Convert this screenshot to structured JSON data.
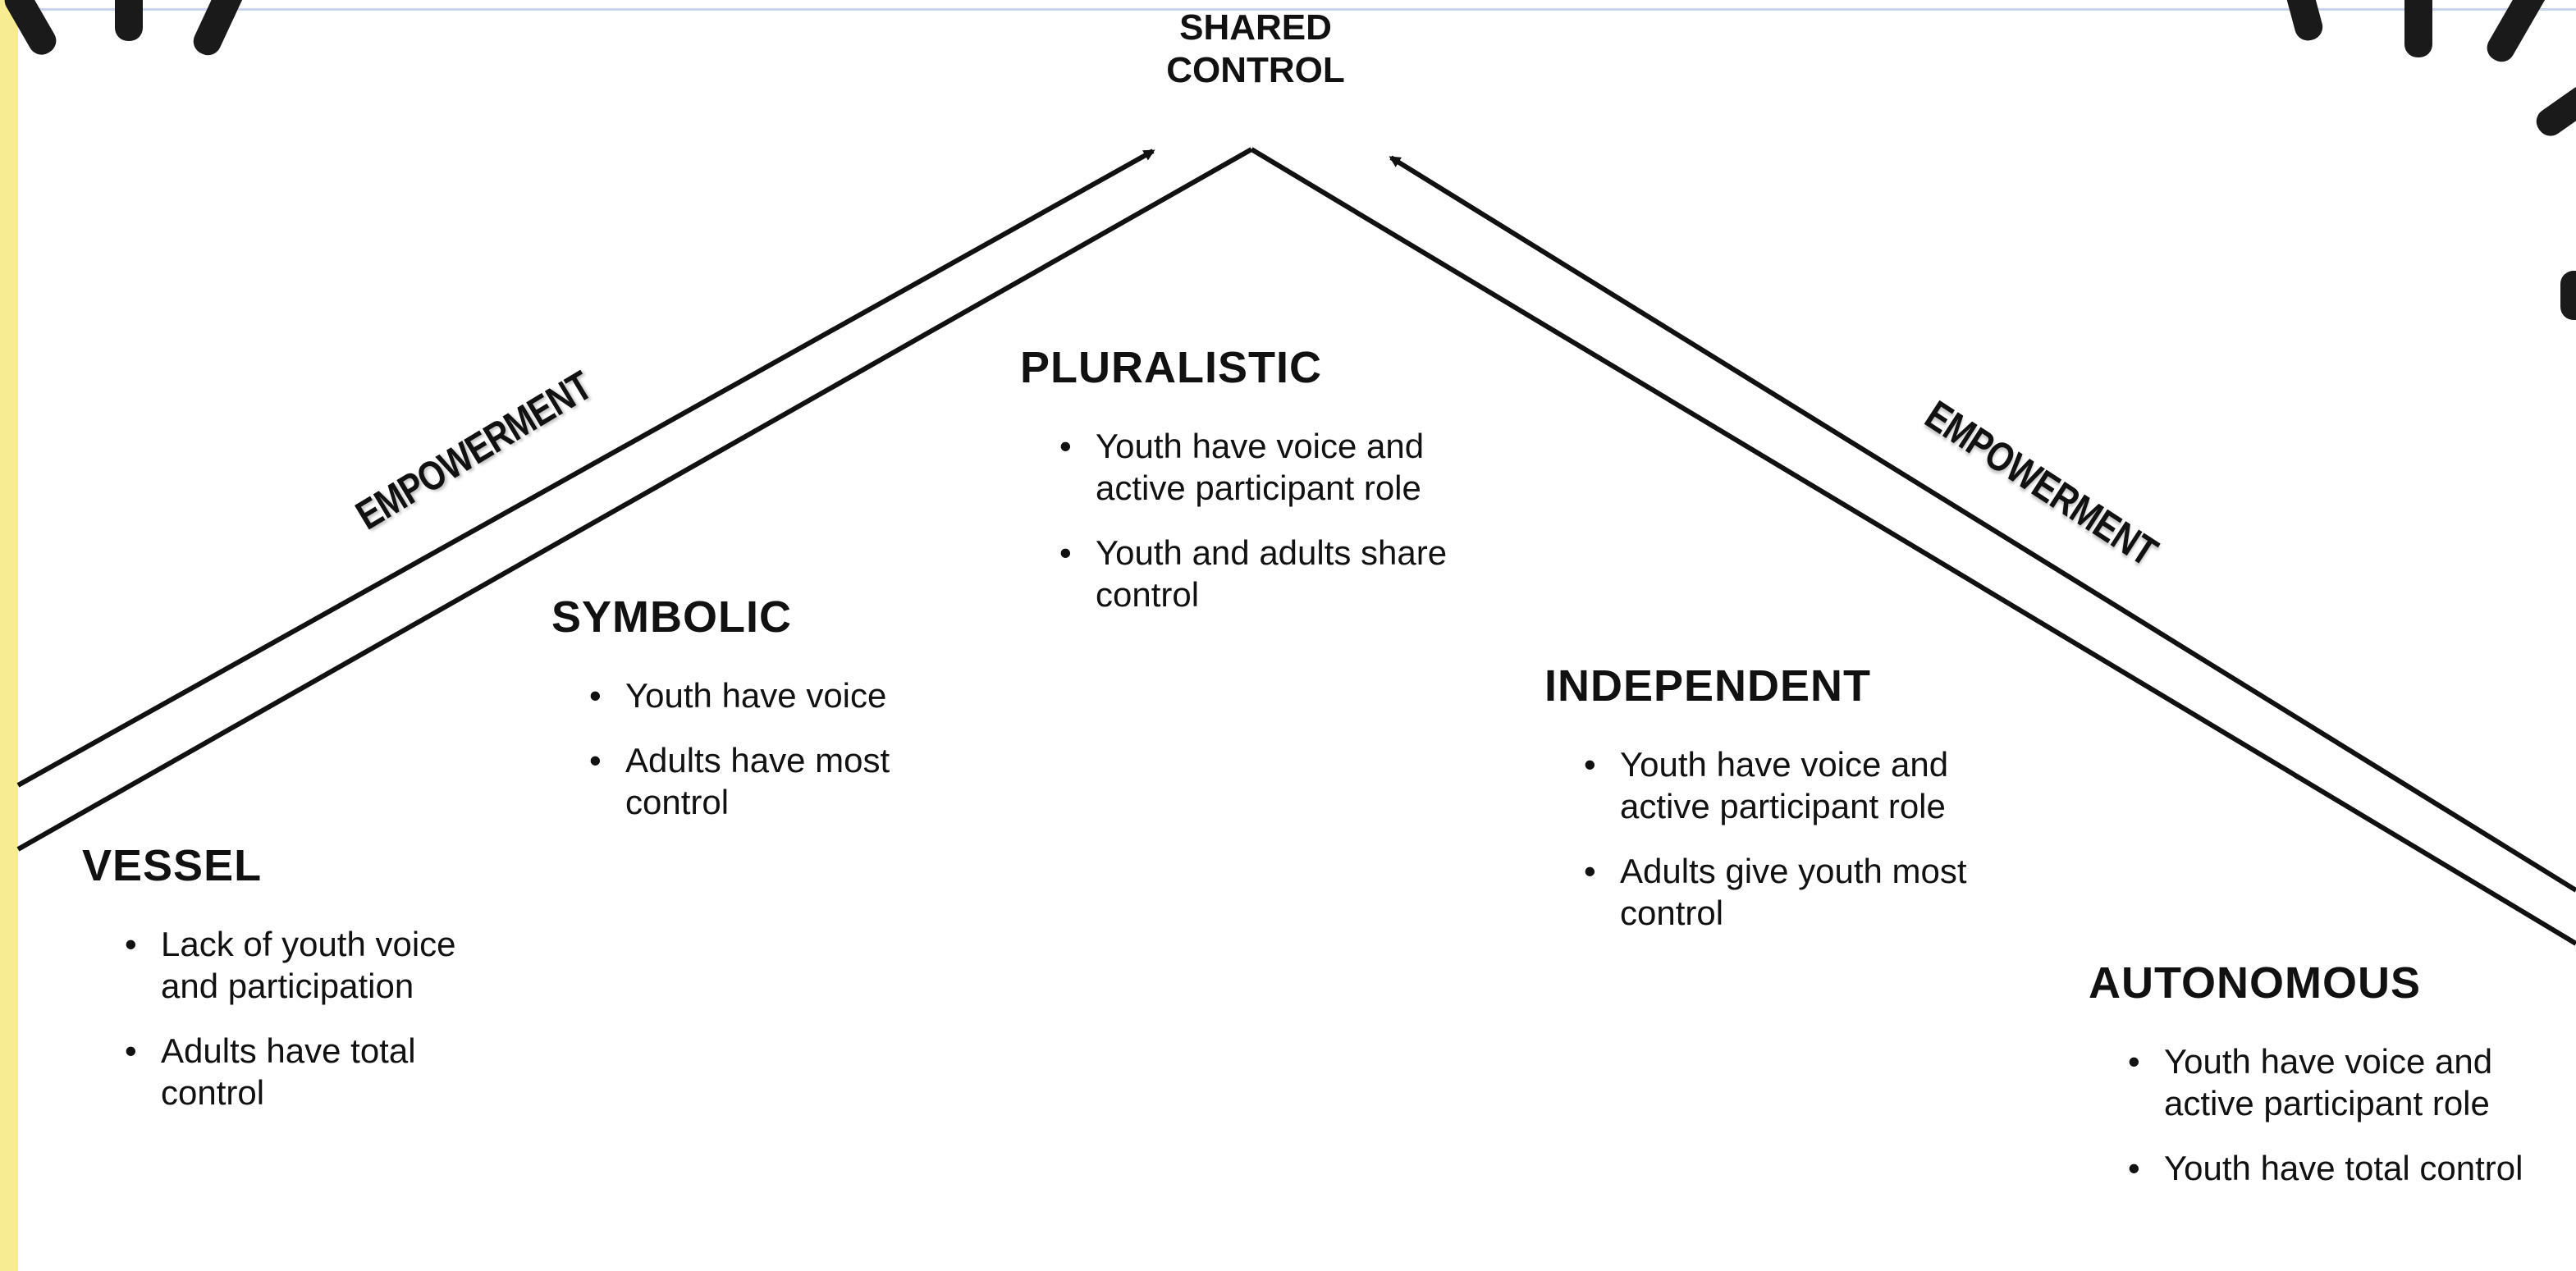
{
  "peak": {
    "line1": "SHARED",
    "line2": "CONTROL"
  },
  "arrows": {
    "left_label": "EMPOWERMENT",
    "right_label": "EMPOWERMENT"
  },
  "levels": [
    {
      "title": "VESSEL",
      "bullets": [
        "Lack of youth voice and participation",
        "Adults have total control"
      ]
    },
    {
      "title": "SYMBOLIC",
      "bullets": [
        "Youth have voice",
        "Adults have most control"
      ]
    },
    {
      "title": "PLURALISTIC",
      "bullets": [
        "Youth have voice and active participant role",
        "Youth and adults share control"
      ]
    },
    {
      "title": "INDEPENDENT",
      "bullets": [
        "Youth have voice and active participant role",
        "Adults give youth most control"
      ]
    },
    {
      "title": "AUTONOMOUS",
      "bullets": [
        "Youth have voice and active participant role",
        "Youth have total control"
      ]
    }
  ],
  "colors": {
    "side_strip": "#f8ec93",
    "ink": "#111111",
    "top_rule": "#c9d3ee"
  }
}
